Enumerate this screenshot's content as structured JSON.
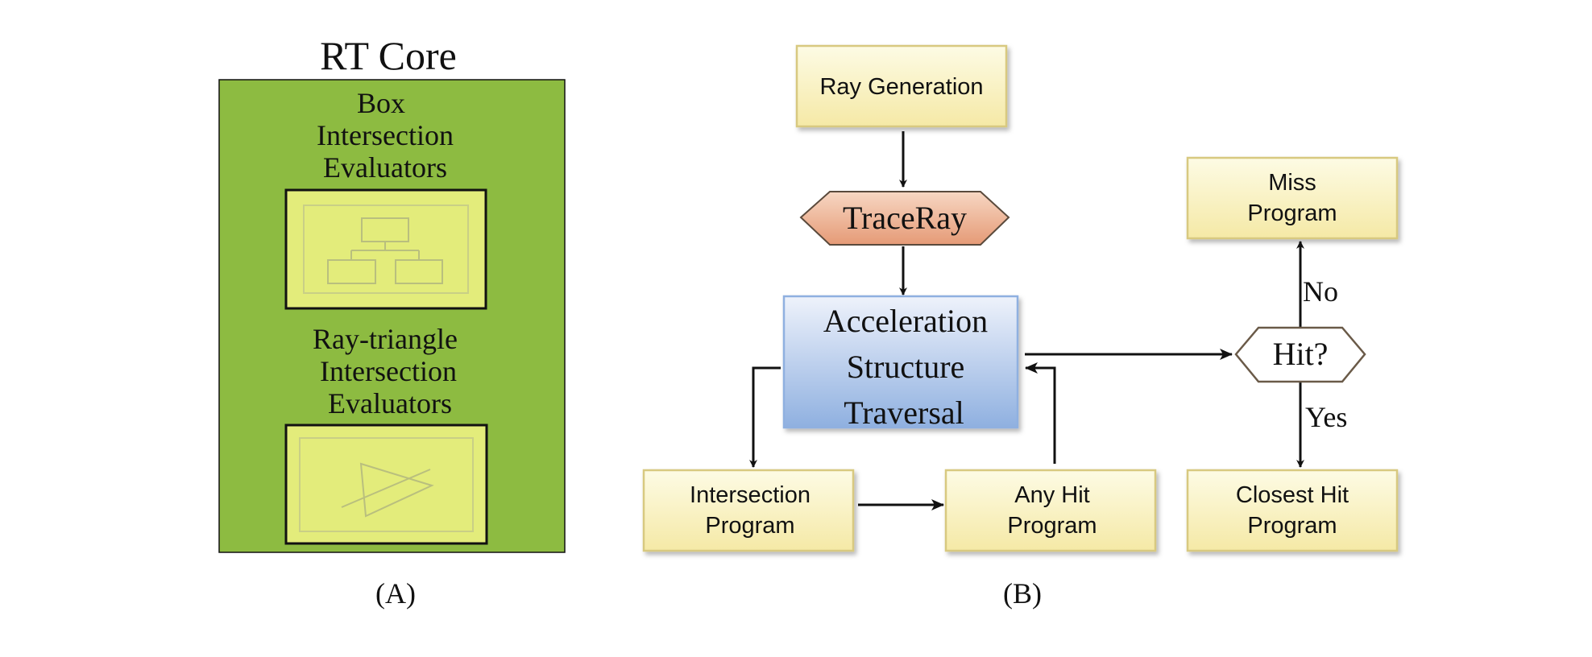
{
  "panel_a": {
    "title": "RT Core",
    "box_label": [
      "Box",
      "Intersection",
      "Evaluators"
    ],
    "tri_label": [
      "Ray-triangle",
      "Intersection",
      "Evaluators"
    ],
    "caption": "(A)",
    "colors": {
      "core_bg": "#8dbb41",
      "unit_bg": "#e3ec7b",
      "unit_inner": "#d2db7e"
    }
  },
  "panel_b": {
    "caption": "(B)",
    "ray_generation": "Ray Generation",
    "trace_ray": "TraceRay",
    "accel": [
      "Acceleration",
      "Structure",
      "Traversal"
    ],
    "hit": "Hit?",
    "miss": [
      "Miss",
      "Program"
    ],
    "intersection": [
      "Intersection",
      "Program"
    ],
    "any_hit": [
      "Any Hit",
      "Program"
    ],
    "closest_hit": [
      "Closest Hit",
      "Program"
    ],
    "no_label": "No",
    "yes_label": "Yes",
    "colors": {
      "program_top": "#fdfbe4",
      "program_bottom": "#f5e9a6",
      "program_border": "#d8c980",
      "trace_top": "#f7d7c3",
      "trace_bottom": "#e59a76",
      "accel_top": "#eef2fb",
      "accel_bottom": "#8fb0e0"
    }
  }
}
